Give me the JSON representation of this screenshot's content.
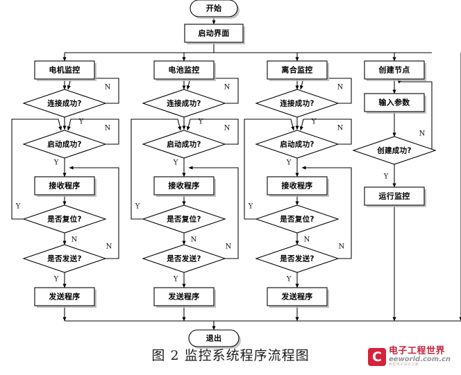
{
  "figure": {
    "caption": "图 2 监控系统程序流程图",
    "terminal_start": "开始",
    "terminal_end": "退出",
    "init_screen": "启动界面"
  },
  "branch_labels": {
    "yes": "Y",
    "no": "N"
  },
  "columns": [
    {
      "id": "motor",
      "header": "电机监控",
      "steps": {
        "connect": "连接成功?",
        "start": "启动成功?",
        "receive": "接收程序",
        "reset": "是否复位?",
        "send_q": "是否发送?",
        "send": "发送程序"
      }
    },
    {
      "id": "battery",
      "header": "电池监控",
      "steps": {
        "connect": "连接成功?",
        "start": "启动成功?",
        "receive": "接收程序",
        "reset": "是否复位?",
        "send_q": "是否发送?",
        "send": "发送程序"
      }
    },
    {
      "id": "clutch",
      "header": "离合监控",
      "steps": {
        "connect": "连接成功?",
        "start": "启动成功?",
        "receive": "接收程序",
        "reset": "是否复位?",
        "send_q": "是否发送?",
        "send": "发送程序"
      }
    }
  ],
  "node_column": {
    "id": "node",
    "header": "创建节点",
    "input_params": "输入参数",
    "create_ok": "创建成功?",
    "run_monitor": "运行监控"
  },
  "watermark": {
    "badge": "C",
    "cn": "电子工程世界",
    "en": "eeworld.com.cn",
    "tag": "新型电子设计之家"
  },
  "colors": {
    "stroke": "#000000",
    "fill": "#ffffff",
    "shadow": "#b9b9b9",
    "caption": "#1a1a1a",
    "watermark_red": "#c3102a"
  }
}
